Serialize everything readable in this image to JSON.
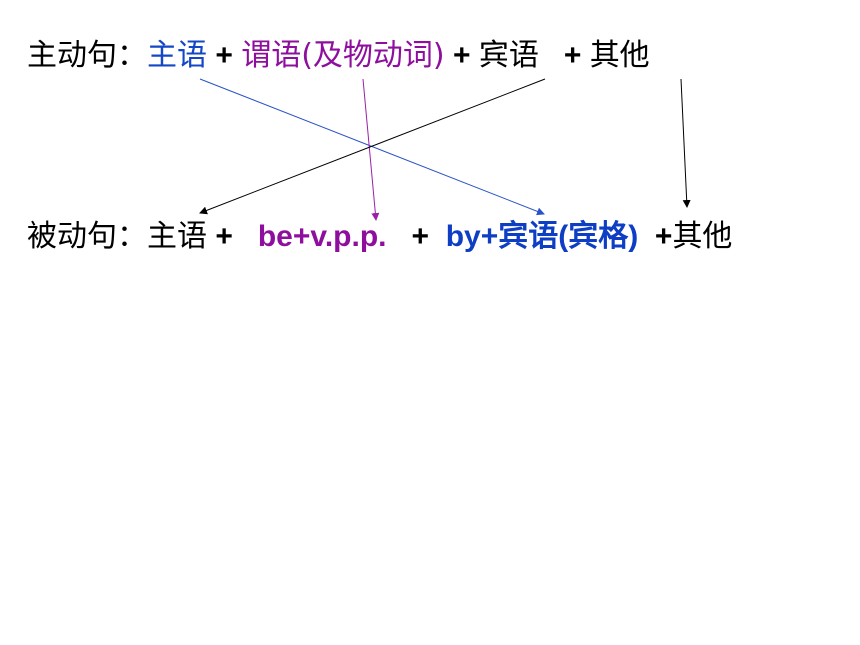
{
  "active": {
    "label": "主动句：",
    "subject": "主语",
    "plus1": " + ",
    "predicate": "谓语(及物动词)",
    "plus2": " + ",
    "object": "宾语",
    "plus3": "   + ",
    "other": "其他"
  },
  "passive": {
    "label": "被动句：",
    "subject": "主语",
    "plus1": " +   ",
    "predicate": "be+v.p.p.",
    "plus2": "   +  ",
    "agent": "by+宾语(宾格)",
    "plus3": "  +",
    "other": "其他"
  },
  "colors": {
    "subject_arrow": "#2a52c8",
    "predicate_arrow": "#9b1fa8",
    "object_arrow": "#000000",
    "other_arrow": "#000000"
  }
}
